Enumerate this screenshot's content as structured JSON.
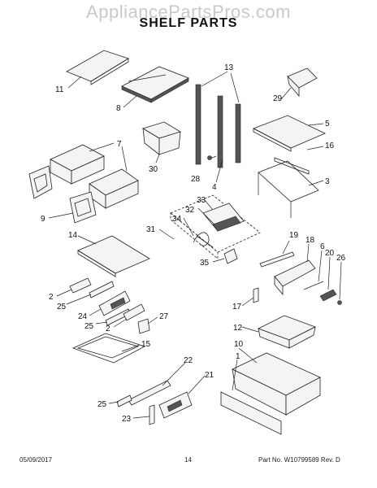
{
  "watermark": "AppliancePartsPros.com",
  "title": "SHELF PARTS",
  "footer": {
    "date": "05/09/2017",
    "page": "14",
    "part_no": "Part No. W10799589 Rev. D"
  },
  "callouts": [
    {
      "id": "c11",
      "label": "11"
    },
    {
      "id": "c8",
      "label": "8"
    },
    {
      "id": "c13",
      "label": "13"
    },
    {
      "id": "c29",
      "label": "29"
    },
    {
      "id": "c5",
      "label": "5"
    },
    {
      "id": "c16",
      "label": "16"
    },
    {
      "id": "c3",
      "label": "3"
    },
    {
      "id": "c7",
      "label": "7"
    },
    {
      "id": "c30",
      "label": "30"
    },
    {
      "id": "c28",
      "label": "28"
    },
    {
      "id": "c4",
      "label": "4"
    },
    {
      "id": "c9",
      "label": "9"
    },
    {
      "id": "c33",
      "label": "33"
    },
    {
      "id": "c32",
      "label": "32"
    },
    {
      "id": "c34",
      "label": "34"
    },
    {
      "id": "c31",
      "label": "31"
    },
    {
      "id": "c14",
      "label": "14"
    },
    {
      "id": "c35",
      "label": "35"
    },
    {
      "id": "c19",
      "label": "19"
    },
    {
      "id": "c18",
      "label": "18"
    },
    {
      "id": "c6",
      "label": "6"
    },
    {
      "id": "c20",
      "label": "20"
    },
    {
      "id": "c26",
      "label": "26"
    },
    {
      "id": "c2a",
      "label": "2"
    },
    {
      "id": "c25a",
      "label": "25"
    },
    {
      "id": "c24",
      "label": "24"
    },
    {
      "id": "c25b",
      "label": "25"
    },
    {
      "id": "c2b",
      "label": "2"
    },
    {
      "id": "c27",
      "label": "27"
    },
    {
      "id": "c17",
      "label": "17"
    },
    {
      "id": "c12",
      "label": "12"
    },
    {
      "id": "c15",
      "label": "15"
    },
    {
      "id": "c10",
      "label": "10"
    },
    {
      "id": "c1",
      "label": "1"
    },
    {
      "id": "c22",
      "label": "22"
    },
    {
      "id": "c21",
      "label": "21"
    },
    {
      "id": "c25c",
      "label": "25"
    },
    {
      "id": "c23",
      "label": "23"
    }
  ]
}
